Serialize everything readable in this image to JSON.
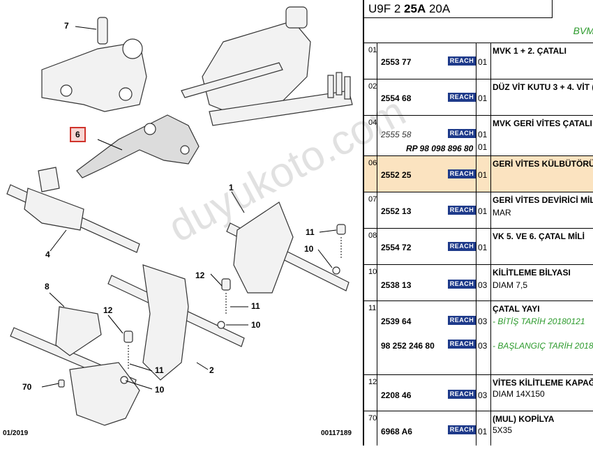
{
  "diagram": {
    "callouts": [
      {
        "label": "7"
      },
      {
        "label": "6"
      },
      {
        "label": "1"
      },
      {
        "label": "4"
      },
      {
        "label": "11"
      },
      {
        "label": "10"
      },
      {
        "label": "12"
      },
      {
        "label": "8"
      },
      {
        "label": "12"
      },
      {
        "label": "11"
      },
      {
        "label": "10"
      },
      {
        "label": "2"
      },
      {
        "label": "11"
      },
      {
        "label": "10"
      },
      {
        "label": "70"
      }
    ],
    "footer_left": "01/2019",
    "footer_right": "00117189",
    "watermark": "duyukoto.com"
  },
  "panel": {
    "model": {
      "prefix": "U9F 2 ",
      "bold": "25A",
      "suffix": " 20A"
    },
    "subtitle": "BVM",
    "reach_badge": "REACH",
    "rows": [
      {
        "idx": "01",
        "ref": "2553 77",
        "qty": "01",
        "desc": "MVK 1 + 2. ÇATALI"
      },
      {
        "idx": "02",
        "ref": "2554 68",
        "qty": "01",
        "desc": "DÜZ VİT KUTU 3 + 4. VİT ("
      },
      {
        "idx": "04",
        "ref": "2555 58",
        "qty": "01",
        "desc": "MVK GERİ VİTES ÇATALI",
        "rp": "RP 98 098 896 80",
        "rp_qty": "01"
      },
      {
        "idx": "06",
        "ref": "2552 25",
        "qty": "01",
        "desc": "GERİ VİTES KÜLBÜTÖRÜ"
      },
      {
        "idx": "07",
        "ref": "2552 13",
        "qty": "01",
        "desc": "GERİ VİTES DEVİRİCİ MİL",
        "sub": "MAR"
      },
      {
        "idx": "08",
        "ref": "2554 72",
        "qty": "01",
        "desc": "VK 5. VE 6. ÇATAL MİLİ"
      },
      {
        "idx": "10",
        "ref": "2538 13",
        "qty": "03",
        "desc": "KİLİTLEME BİLYASI",
        "sub": "DIAM 7,5"
      },
      {
        "idx": "11",
        "ref": "2539 64",
        "qty": "03",
        "desc": "ÇATAL YAYI",
        "sub": "- BİTİŞ TARİH 20180121",
        "ref2": "98 252 246 80",
        "qty2": "03",
        "sub2": "- BAŞLANGIÇ TARİH 2018"
      },
      {
        "idx": "12",
        "ref": "2208 46",
        "qty": "03",
        "desc": "VİTES KİLİTLEME KAPAĞ",
        "sub": "DIAM 14X150"
      },
      {
        "idx": "70",
        "ref": "6968 A6",
        "qty": "01",
        "desc": "(MUL) KOPİLYA",
        "sub": "5X35"
      }
    ]
  }
}
